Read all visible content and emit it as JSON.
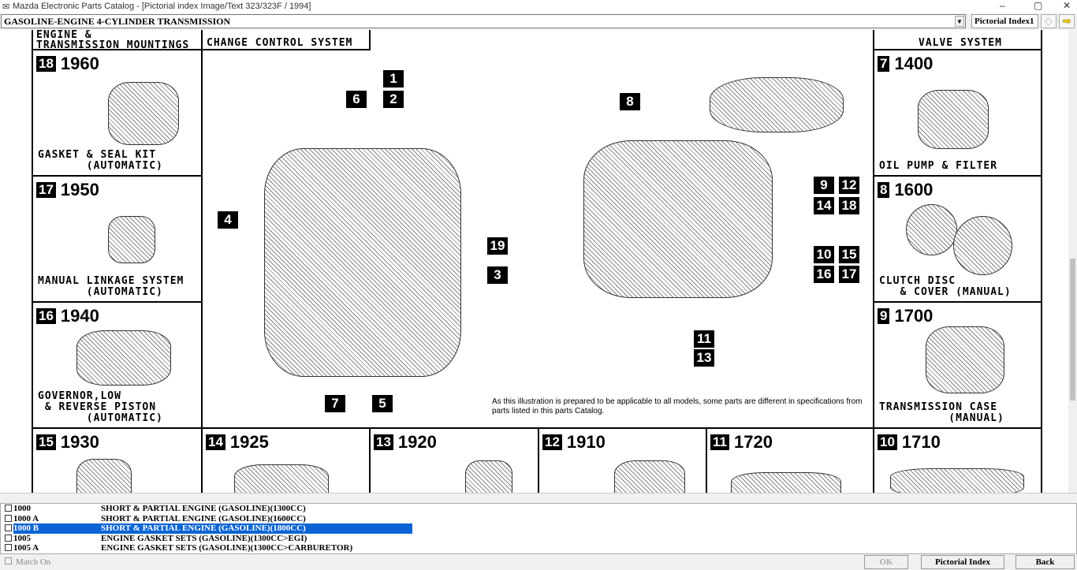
{
  "window": {
    "title": "Mazda Electronic Parts Catalog - [Pictorial index Image/Text 323/323F / 1994]",
    "minimize": "–",
    "maximize": "▢",
    "close": "✕"
  },
  "toolbar": {
    "group_select": "GASOLINE-ENGINE 4-CYLINDER TRANSMISSION",
    "pictorial_index_field": "Pictorial Index1",
    "prev_icon": "◇",
    "next_icon": "➡"
  },
  "diagram": {
    "top_headers": {
      "left": "ENGINE &\nTRANSMISSION MOUNTINGS",
      "center": "CHANGE CONTROL SYSTEM",
      "right": "VALVE SYSTEM"
    },
    "left_cells": [
      {
        "num": "18",
        "code": "1960",
        "label": "GASKET & SEAL KIT\n       (AUTOMATIC)"
      },
      {
        "num": "17",
        "code": "1950",
        "label": "MANUAL LINKAGE SYSTEM\n       (AUTOMATIC)"
      },
      {
        "num": "16",
        "code": "1940",
        "label": "GOVERNOR,LOW\n & REVERSE PISTON\n       (AUTOMATIC)"
      }
    ],
    "right_cells": [
      {
        "num": "7",
        "code": "1400",
        "label": "OIL PUMP & FILTER"
      },
      {
        "num": "8",
        "code": "1600",
        "label": "CLUTCH DISC\n   & COVER (MANUAL)"
      },
      {
        "num": "9",
        "code": "1700",
        "label": "TRANSMISSION CASE\n          (MANUAL)"
      }
    ],
    "bottom_cells": [
      {
        "num": "15",
        "code": "1930"
      },
      {
        "num": "14",
        "code": "1925"
      },
      {
        "num": "13",
        "code": "1920"
      },
      {
        "num": "12",
        "code": "1910"
      },
      {
        "num": "11",
        "code": "1720"
      },
      {
        "num": "10",
        "code": "1710"
      }
    ],
    "callouts": [
      "1",
      "2",
      "3",
      "4",
      "5",
      "6",
      "7",
      "8",
      "9",
      "10",
      "11",
      "12",
      "13",
      "14",
      "15",
      "16",
      "17",
      "18",
      "19"
    ],
    "note": "As this illustration is prepared to be applicable to all models, some parts are different in specifications from parts listed in this parts Catalog."
  },
  "list": {
    "rows": [
      {
        "code": "1000",
        "desc": "SHORT & PARTIAL ENGINE (GASOLINE)(1300CC)"
      },
      {
        "code": "1000 A",
        "desc": "SHORT & PARTIAL ENGINE (GASOLINE)(1600CC)"
      },
      {
        "code": "1000 B",
        "desc": "SHORT & PARTIAL ENGINE (GASOLINE)(1800CC)"
      },
      {
        "code": "1005",
        "desc": "ENGINE GASKET SETS (GASOLINE)(1300CC>EGI)"
      },
      {
        "code": "1005 A",
        "desc": "ENGINE GASKET SETS (GASOLINE)(1300CC>CARBURETOR)"
      }
    ]
  },
  "footer": {
    "match_on": "Match On",
    "ok": "OK",
    "pictorial_index": "Pictorial Index",
    "back": "Back"
  }
}
